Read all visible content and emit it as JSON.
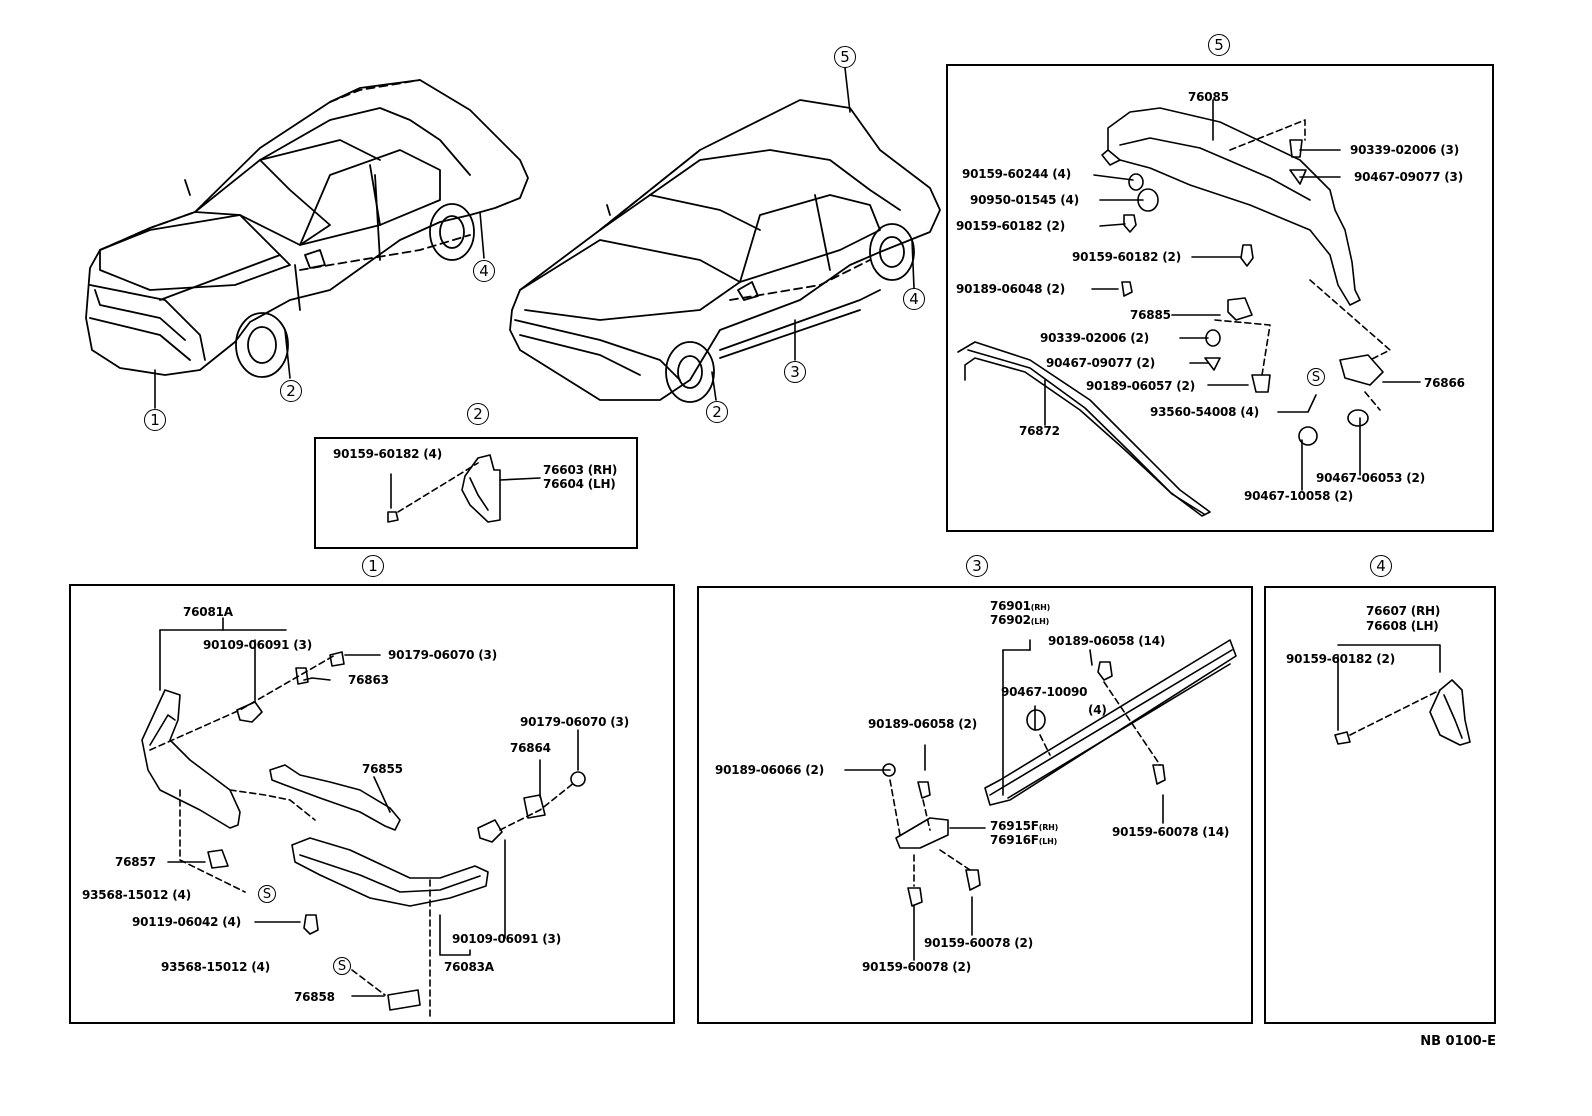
{
  "callouts": {
    "c1": "1",
    "c2": "2",
    "c3": "3",
    "c4": "4",
    "c5": "5",
    "s": "S"
  },
  "panel2": {
    "l1": "90159-60182 (4)",
    "l2a": "76603 (RH)",
    "l2b": "76604 (LH)"
  },
  "panel5": {
    "l76085": "76085",
    "l1": "90159-60244 (4)",
    "l2": "90950-01545 (4)",
    "l3": "90159-60182 (2)",
    "l4": "90159-60182 (2)",
    "l5": "90189-06048 (2)",
    "l6": "76885",
    "l7": "90339-02006 (2)",
    "l8": "90467-09077 (2)",
    "l9": "90189-06057 (2)",
    "l10": "93560-54008 (4)",
    "l11": "90339-02006 (3)",
    "l12": "90467-09077 (3)",
    "l13": "76866",
    "l14": "90467-06053 (2)",
    "l15": "90467-10058 (2)",
    "l16": "76872"
  },
  "panel1": {
    "l76081a": "76081A",
    "l1": "90109-06091 (3)",
    "l2": "90179-06070 (3)",
    "l3": "76863",
    "l4": "90179-06070 (3)",
    "l5": "76864",
    "l6": "76855",
    "l7": "76857",
    "l8": "93568-15012 (4)",
    "l9": "90119-06042 (4)",
    "l10": "90109-06091 (3)",
    "l11": "76083A",
    "l12": "93568-15012 (4)",
    "l13": "76858"
  },
  "panel3": {
    "l1a": "76901",
    "l1a_s": "(RH)",
    "l1b": "76902",
    "l1b_s": "(LH)",
    "l2": "90189-06058 (14)",
    "l3": "90467-10090",
    "l3b": "(4)",
    "l4": "90189-06058 (2)",
    "l5": "90189-06066 (2)",
    "l6a": "76915F",
    "l6a_s": "(RH)",
    "l6b": "76916F",
    "l6b_s": "(LH)",
    "l7": "90159-60078 (14)",
    "l8": "90159-60078 (2)",
    "l9": "90159-60078 (2)"
  },
  "panel4": {
    "l1a": "76607 (RH)",
    "l1b": "76608 (LH)",
    "l2": "90159-60182 (2)"
  },
  "footer": "NB 0100-E"
}
